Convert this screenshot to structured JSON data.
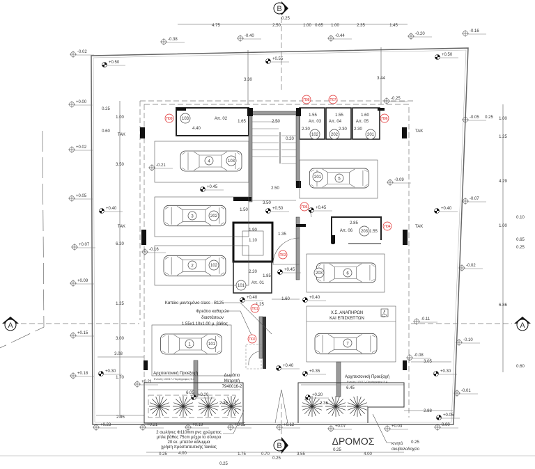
{
  "drawing": {
    "section_markers": {
      "top": "B",
      "bottom": "B",
      "left": "A",
      "right": "A"
    },
    "road_label": "ΔΡΟΜΟΣ"
  },
  "existing_levels": [
    "-0.02",
    "-0.38",
    "-0.40",
    "-0.44",
    "-0.20",
    "-0.16",
    "+0.00",
    "+0.02",
    "+0.05",
    "+0.07",
    "+0.09",
    "+0.15",
    "+0.18",
    "-0.21",
    "-0.16",
    "-0.25",
    "-0.09",
    "-0.05",
    "-0.07",
    "-0.02",
    "-0.11",
    "-0.10",
    "-0.08",
    "-0.01",
    "+0.21",
    "+0.23",
    "+0.21",
    "+0.19",
    "+0.15",
    "+0.12",
    "+0.07",
    "+0.03",
    "0.00"
  ],
  "proposed_levels": [
    "+0.50",
    "+0.55",
    "+0.50",
    "+0.45",
    "+0.40",
    "+0.50",
    "+0.45",
    "+0.40",
    "+0.45",
    "+0.40",
    "+0.40",
    "+0.40",
    "+0.35",
    "+0.30",
    "+0.30",
    "+0.20",
    "+0.20",
    "+0.05"
  ],
  "dimensions": [
    "4.75",
    "2.50",
    "0.25",
    "1.00",
    "0.65",
    "1.00",
    "2.35",
    "1.45",
    "3.30",
    "3.44",
    "0.25",
    "1.00",
    "0.60",
    "3.50",
    "6.20",
    "1.25",
    "3.00",
    "3.08",
    "1.70",
    "2.95",
    "0.25",
    "1.00",
    "1.25",
    "4.29",
    "0.10",
    "1.00",
    "0.65",
    "0.25",
    "6.86",
    "0.60",
    "3.05",
    "2.88",
    "1.65",
    "4.40",
    "2.50",
    "0.20",
    "1.55",
    "1.55",
    "1.60",
    "2.30",
    "2.30",
    "2.30",
    "2.50",
    "3.50",
    "1.50",
    "1.90",
    "1.10",
    "1.35",
    "2.85",
    "1.55",
    "2.20",
    "1.85",
    "1.60",
    "1.25",
    "6.05",
    "6.45",
    "2.36",
    "2.36",
    "0.25",
    "4.00",
    "1.75",
    "0.70",
    "0.25",
    "3.55",
    "0.25",
    "4.00",
    "0.25",
    "0.25"
  ],
  "storage_labels": [
    "Απ. 02",
    "Απ. 03",
    "Απ. 04",
    "Απ. 05",
    "Απ. 06",
    "Απ. 01"
  ],
  "door_tags": [
    "Π01",
    "Π02",
    "Π03",
    "Π04",
    "Π05",
    "Π06",
    "Π07",
    "Π08",
    "Π09"
  ],
  "apartment_circles": [
    "103",
    "102",
    "202",
    "201",
    "103",
    "202",
    "102",
    "101",
    "201",
    "203",
    "203",
    "101"
  ],
  "parking_numbers": [
    "4",
    "5",
    "3",
    "2",
    "6",
    "1",
    "7"
  ],
  "tak_labels": [
    "TAK",
    "TAK",
    "TAK",
    "TAK"
  ],
  "notes": {
    "manhole_cover": "Καπάκι μαντεμένιο class - B125",
    "chamber": [
      "Φρεάτιο καθαρών",
      "διαστάσεων",
      "1.55x1.10x1.00 μ. βάθος"
    ],
    "arch_projection_left": [
      "Αρχιτεκτονική Προεξοχή",
      "Εντολή 1/2017- Παράγραφος 5.4"
    ],
    "arch_projection_right": [
      "Αρχιτεκτονική Προεξοχή",
      "Εντολή 1/2017- Παράγραφος 5.4"
    ],
    "meter_room": [
      "Δωμάτιο",
      "Μετρητή",
      "7940016-2"
    ],
    "disabled_parking": [
      "Χ.Σ. ΑΝΑΠΗΡΩΝ",
      "ΚΑΙ ΕΠΙΣΚΕΠΤΩΝ"
    ],
    "bin": [
      "κινητό",
      "σκυβαλοδοχείο"
    ],
    "pipes": [
      "2 σωλήνες Φ110mm pvc χρώματος",
      "μπλε βάθος 75cm  μέχρι το σύνορο",
      "20 εκ. μπετόν κάλυμμα",
      "χρήση προστατευτικής ταινίας"
    ]
  },
  "colors": {
    "door_tag": "#dd2222",
    "walls": "#111111",
    "partition": "#999999"
  }
}
